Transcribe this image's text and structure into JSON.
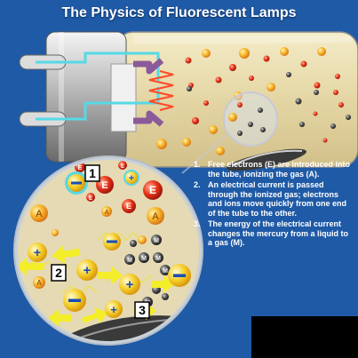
{
  "title": "The Physics of Fluorescent Lamps",
  "steps": [
    {
      "number": "1.",
      "text": "Free electrons (E) are introduced into the tube, ionizing the gas (A)."
    },
    {
      "number": "2.",
      "text": "An electrical current is passed through the ionized gas; electrons and ions move quickly from one end of the tube to the other."
    },
    {
      "number": "3.",
      "text": "The energy of the electrical current changes the mercury from a liquid to a gas (M)."
    }
  ],
  "callouts": {
    "one": "1",
    "two": "2",
    "three": "3"
  },
  "particle_labels": {
    "electron": "E",
    "gas": "A",
    "mercury": "M",
    "positive_ion": "+",
    "negative_ion": "−"
  },
  "colors": {
    "background": "#1f5aa6",
    "tube_glass": "#e4d6a4",
    "electron": "#e03418",
    "gas": "#f6b92a",
    "mercury": "#3a3a3a",
    "ion": "#f5cc24",
    "ion_sign": "#1a4db5",
    "current_arrow": "#f4ee2a",
    "wire": "#55d9e6",
    "electrode": "#ff4a2a"
  }
}
